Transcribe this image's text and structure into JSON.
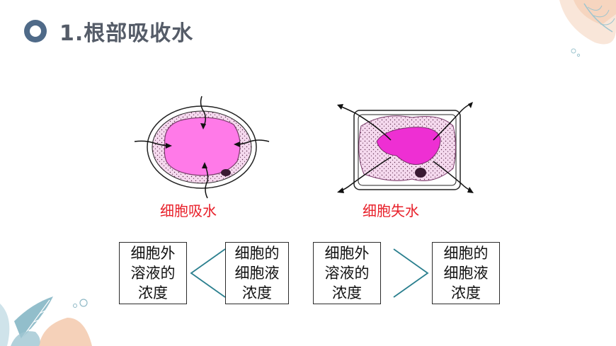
{
  "title": "1.根部吸收水",
  "cells": [
    {
      "label": "细胞吸水"
    },
    {
      "label": "细胞失水"
    }
  ],
  "comparisons": [
    {
      "left": [
        "细胞外",
        "溶液的",
        "浓度"
      ],
      "right": [
        "细胞的",
        "细胞液",
        "浓度"
      ]
    },
    {
      "left": [
        "细胞外",
        "溶液的",
        "浓度"
      ],
      "right": [
        "细胞的",
        "细胞液",
        "浓度"
      ]
    }
  ],
  "colors": {
    "title": "#555c68",
    "label": "#e8202a",
    "comparison_sign": "#2a7f8e",
    "vacuole": "#ff66e6",
    "cytoplasm": "#f5d9ee"
  }
}
